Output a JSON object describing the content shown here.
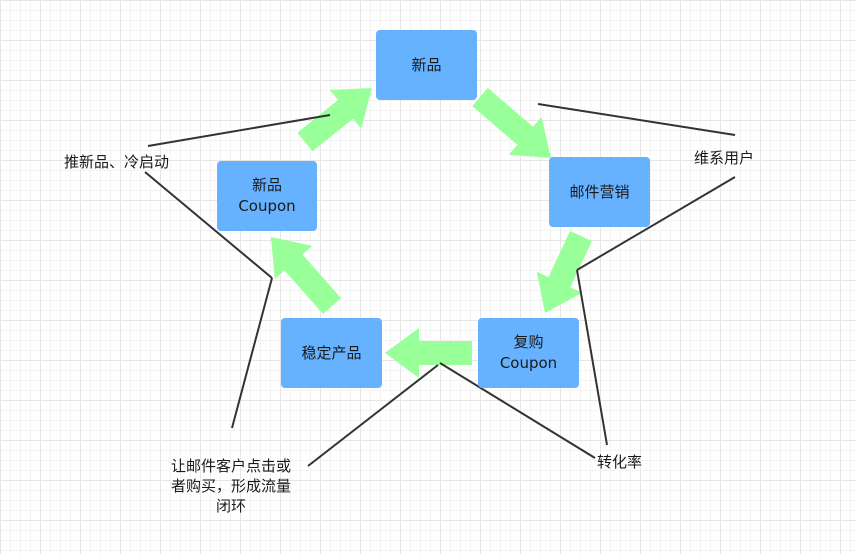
{
  "nodes": {
    "new_product": {
      "label": "新品"
    },
    "email_marketing": {
      "label": "邮件营销"
    },
    "repurchase_coupon": {
      "line1": "复购",
      "line2": "Coupon"
    },
    "stable_product": {
      "label": "稳定产品"
    },
    "new_product_coupon": {
      "line1": "新品",
      "line2": "Coupon"
    }
  },
  "annotations": {
    "push_new": "推新品、冷启动",
    "maintain_users": "维系用户",
    "conversion": "转化率",
    "closed_loop": {
      "line1": "让邮件客户点击或",
      "line2": "者购买，形成流量",
      "line3": "闭环"
    }
  },
  "colors": {
    "node_fill": "#66b2ff",
    "arrow_fill": "#99ff99",
    "connector": "#333333"
  }
}
